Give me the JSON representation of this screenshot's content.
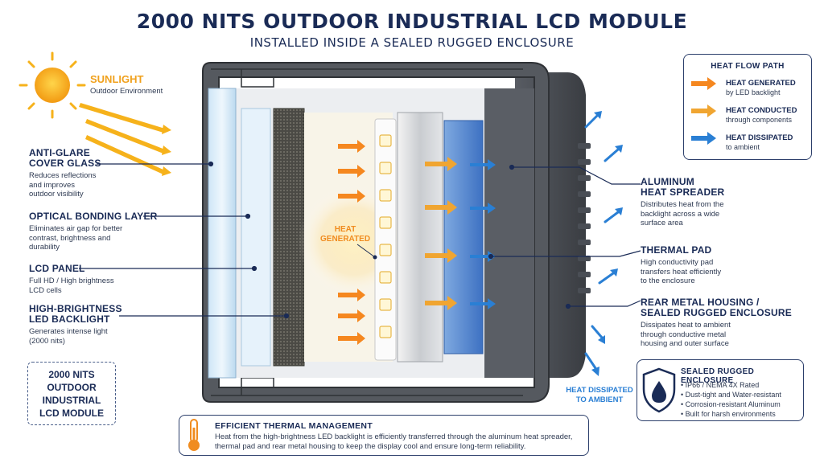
{
  "title": "2000 NITS OUTDOOR INDUSTRIAL LCD MODULE",
  "subtitle": "INSTALLED INSIDE A SEALED RUGGED ENCLOSURE",
  "sunlight": {
    "heading": "SUNLIGHT",
    "desc": "Outdoor Environment"
  },
  "left_labels": [
    {
      "heading": [
        "ANTI-GLARE",
        "COVER GLASS"
      ],
      "desc": [
        "Reduces reflections",
        "and improves",
        "outdoor visibility"
      ]
    },
    {
      "heading": [
        "OPTICAL BONDING LAYER"
      ],
      "desc": [
        "Eliminates air gap for better",
        "contrast, brightness and",
        "durability"
      ]
    },
    {
      "heading": [
        "LCD PANEL"
      ],
      "desc": [
        "Full HD / High brightness",
        "LCD cells"
      ]
    },
    {
      "heading": [
        "HIGH-BRIGHTNESS",
        "LED BACKLIGHT"
      ],
      "desc": [
        "Generates intense light",
        "(2000 nits)"
      ]
    }
  ],
  "module_box": [
    "2000 NITS",
    "OUTDOOR",
    "INDUSTRIAL",
    "LCD MODULE"
  ],
  "right_labels": [
    {
      "heading": [
        "ALUMINUM",
        "HEAT SPREADER"
      ],
      "desc": [
        "Distributes heat from the",
        "backlight across a wide",
        "surface area"
      ]
    },
    {
      "heading": [
        "THERMAL PAD"
      ],
      "desc": [
        "High conductivity pad",
        "transfers heat efficiently",
        "to the enclosure"
      ]
    },
    {
      "heading": [
        "REAR METAL HOUSING /",
        "SEALED RUGGED ENCLOSURE"
      ],
      "desc": [
        "Dissipates heat to ambient",
        "through conductive metal",
        "housing and outer surface"
      ]
    }
  ],
  "heat_generated_label": [
    "HEAT",
    "GENERATED"
  ],
  "heat_dissipated_label": [
    "HEAT DISSIPATED",
    "TO AMBIENT"
  ],
  "heat_flow": {
    "title": "HEAT FLOW PATH",
    "items": [
      {
        "heading": "HEAT GENERATED",
        "desc": "by LED backlight",
        "color": "#f5871f"
      },
      {
        "heading": "HEAT CONDUCTED",
        "desc": "through components",
        "color": "#f0a531"
      },
      {
        "heading": "HEAT DISSIPATED",
        "desc": "to ambient",
        "color": "#2a7fd4"
      }
    ]
  },
  "sealed": {
    "title": "SEALED RUGGED ENCLOSURE",
    "items": [
      "• IP66 / NEMA 4X Rated",
      "• Dust-tight and Water-resistant",
      "• Corrosion-resistant Aluminum",
      "• Built for harsh environments"
    ]
  },
  "thermal": {
    "title": "EFFICIENT THERMAL MANAGEMENT",
    "desc": [
      "Heat from the high-brightness LED backlight is efficiently transferred through the aluminum heat spreader,",
      "thermal pad and rear metal housing to keep the display cool and ensure long-term reliability."
    ]
  },
  "icons": {
    "sun": "sun-icon",
    "shield": "shield-water-drop-icon",
    "thermometer": "thermometer-icon"
  },
  "colors": {
    "navy": "#1a2b56",
    "heat_orange": "#f5871f",
    "heat_amber": "#f0a531",
    "heat_blue": "#2a7fd4",
    "sun_yellow": "#f6b21b"
  }
}
